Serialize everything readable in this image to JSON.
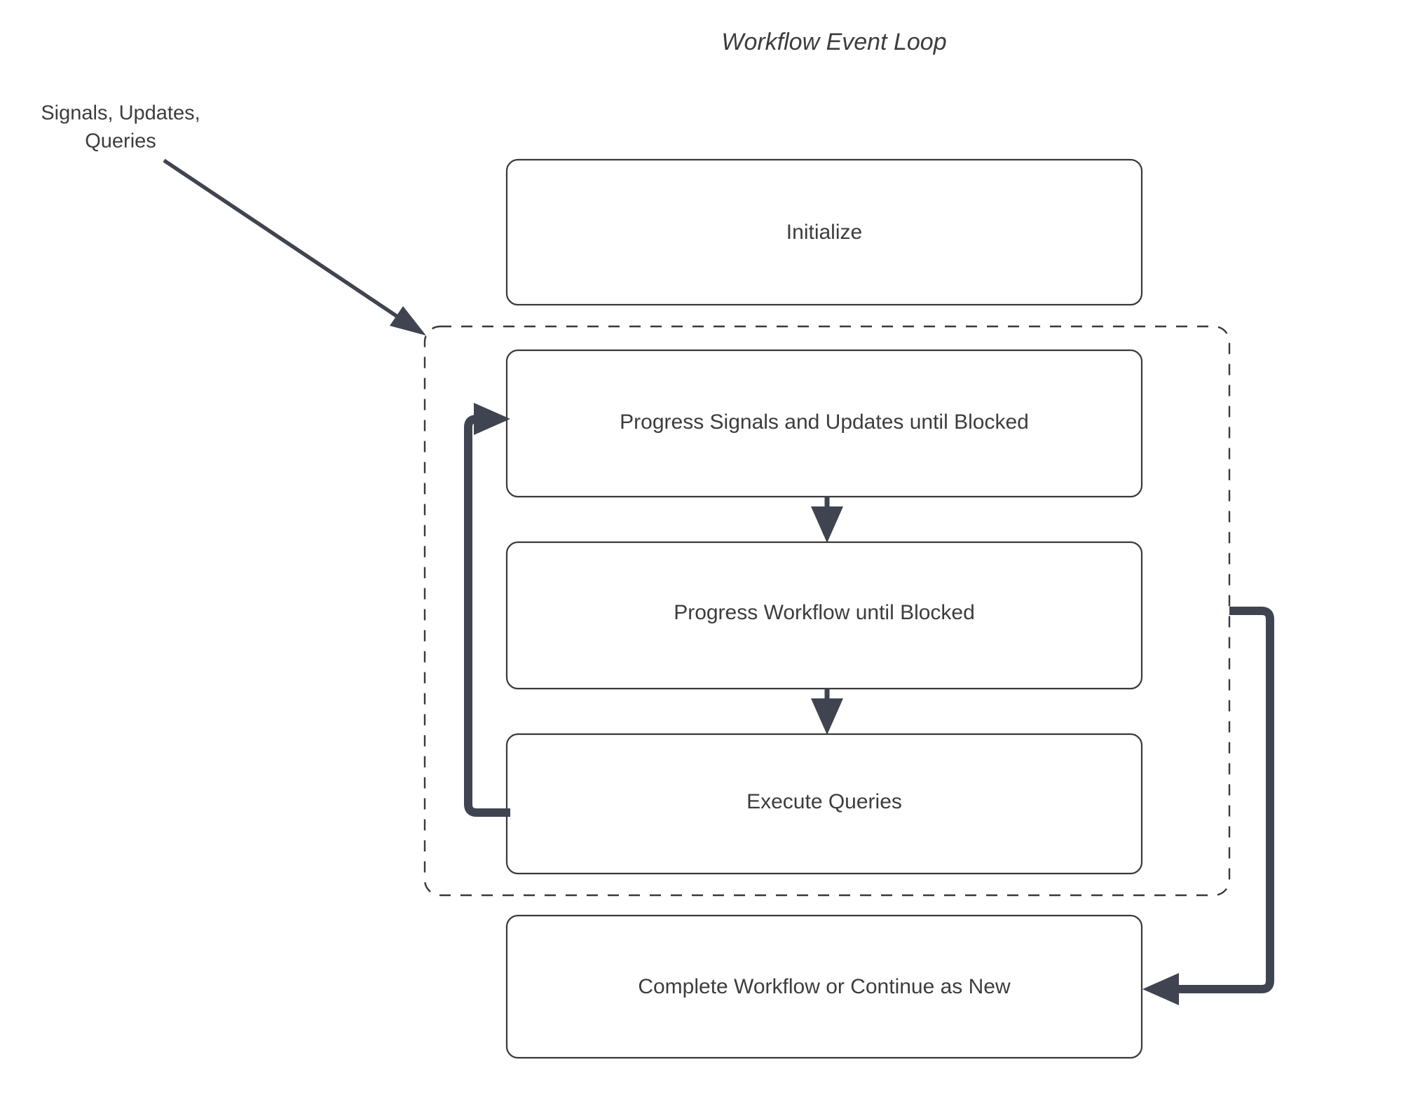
{
  "diagram": {
    "title": "Workflow Event Loop",
    "external_label": {
      "line1": "Signals, Updates,",
      "line2": "Queries"
    },
    "nodes": {
      "initialize": "Initialize",
      "progress_signals": "Progress Signals and Updates until Blocked",
      "progress_workflow": "Progress Workflow until Blocked",
      "execute_queries": "Execute Queries",
      "complete_workflow": "Complete Workflow or Continue as New"
    },
    "colors": {
      "node_border": "#38393b",
      "node_fill": "#ffffff",
      "group_border": "#38393b",
      "connector": "#3f4450",
      "text": "#3d3d3d",
      "background": "#ffffff"
    }
  }
}
